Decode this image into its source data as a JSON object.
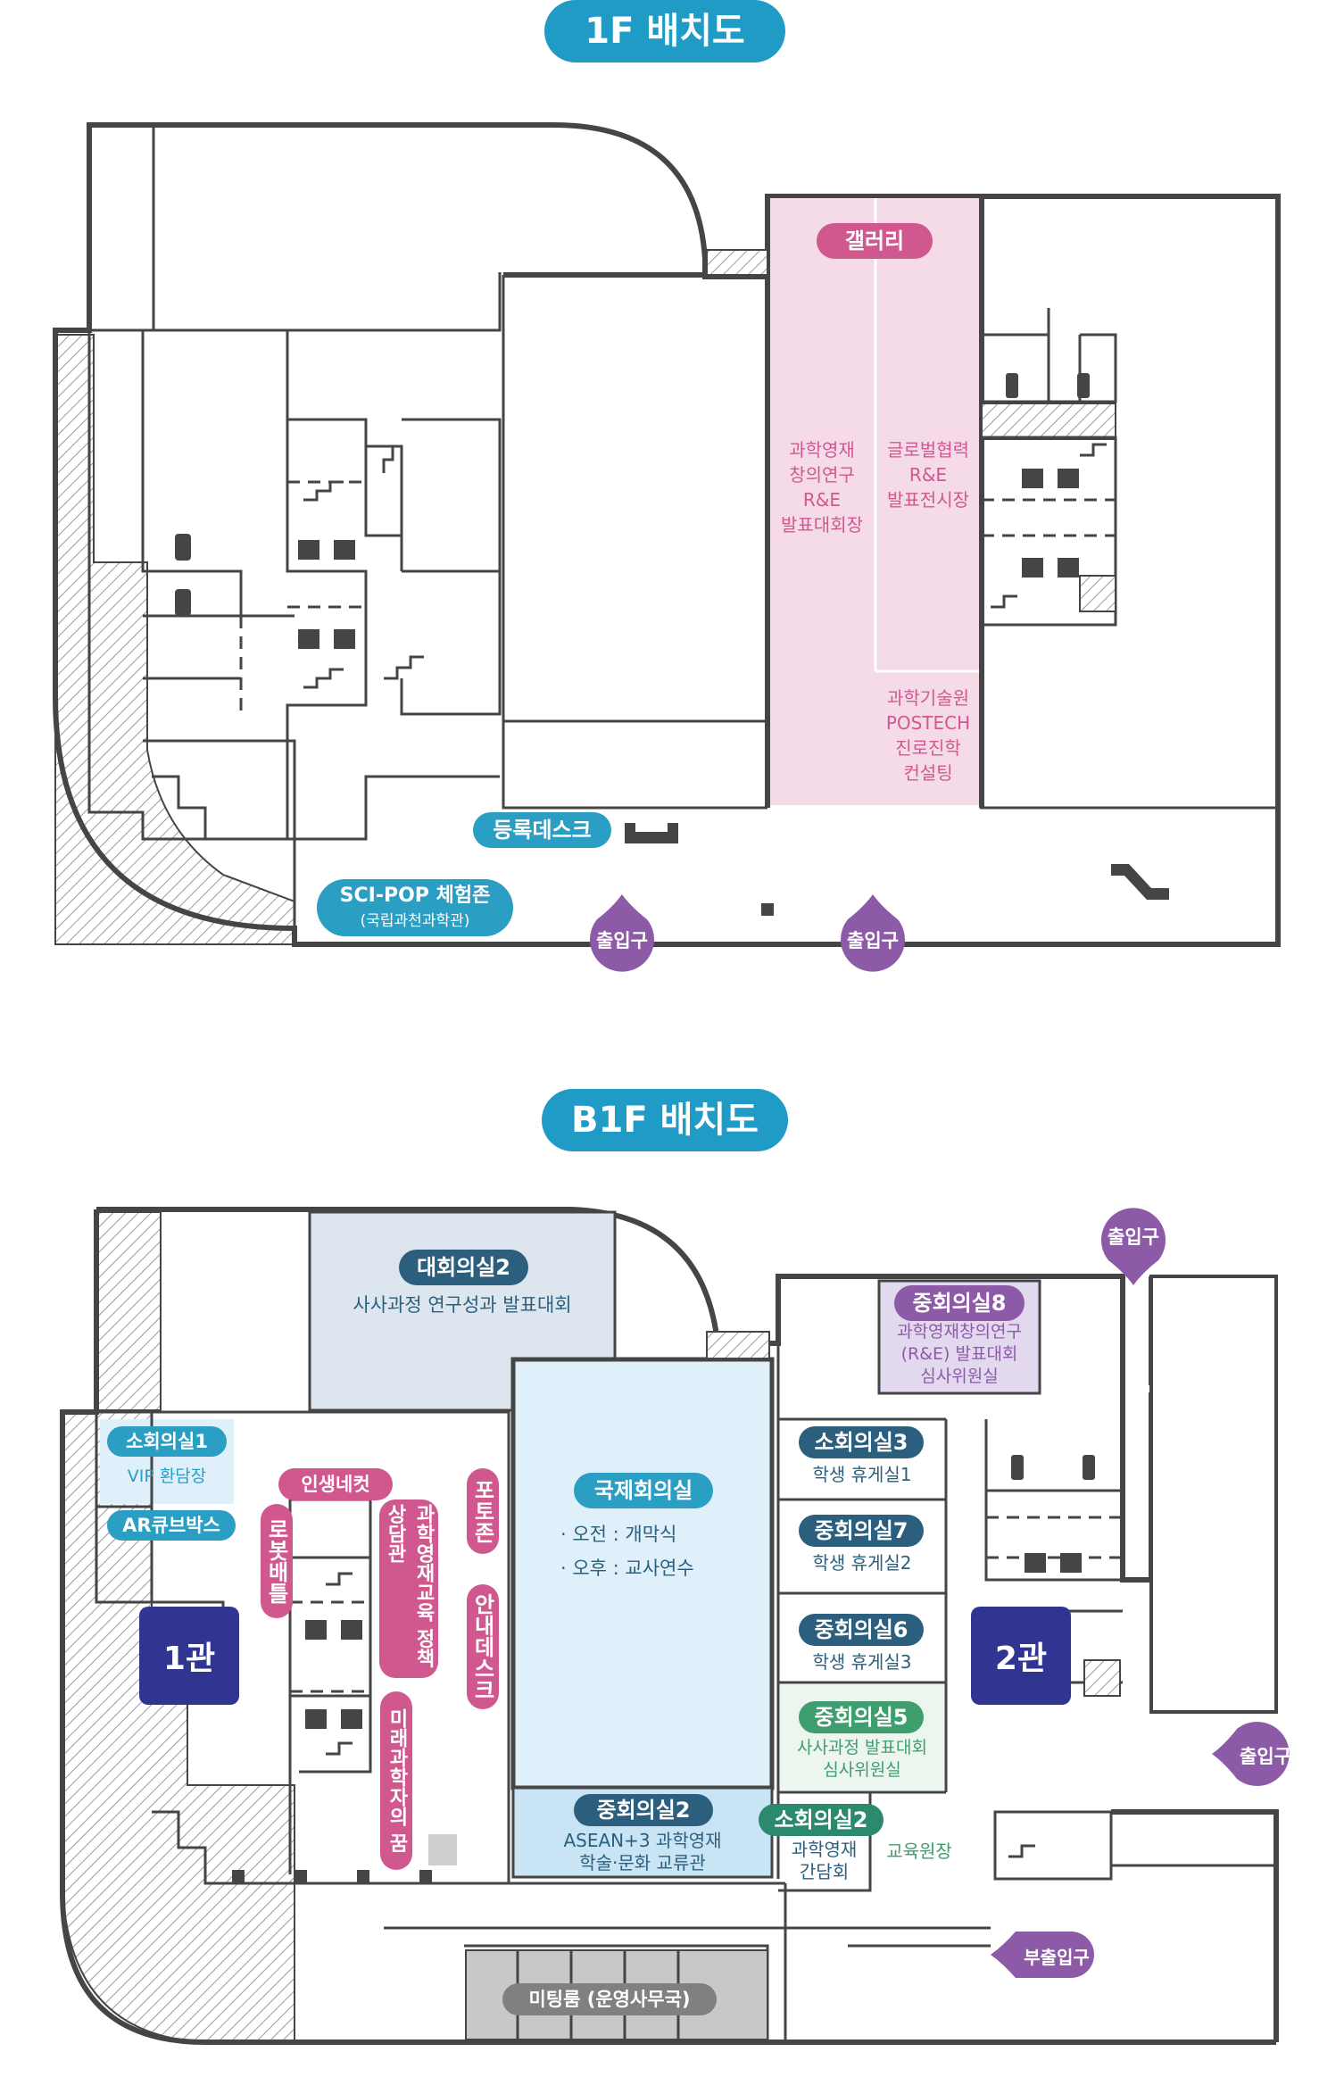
{
  "floor1": {
    "title": "1F 배치도",
    "gallery": "갤러리",
    "hall_left": [
      "과학영재",
      "창의연구",
      "R&E",
      "발표대회장"
    ],
    "hall_right": [
      "글로벌협력",
      "R&E",
      "발표전시장"
    ],
    "consult": [
      "과학기술원",
      "POSTECH",
      "진로진학",
      "컨설팅"
    ],
    "registration": "등록데스크",
    "scipop_title": "SCI-POP 체험존",
    "scipop_sub": "(국립과천과학관)",
    "exit_label": "출입구"
  },
  "floorB1": {
    "title": "B1F 배치도",
    "conf2": {
      "title": "대회의실2",
      "sub": "사사과정 연구성과 발표대회"
    },
    "mid8": {
      "title": "중회의실8",
      "sub": [
        "과학영재창의연구",
        "(R&E) 발표대회",
        "심사위원실"
      ]
    },
    "small1": {
      "title": "소회의실1",
      "sub": "VIP 환담장"
    },
    "arcube": "AR큐브박스",
    "life_cut": "인생네컷",
    "robot": "로봇배틀",
    "policy": "과학영재교육 정책상담관",
    "future": "미래과학자의 꿈",
    "photo": "포토존",
    "info": "안내데스크",
    "hall1": "1관",
    "hall2": "2관",
    "intl": {
      "title": "국제회의실",
      "items": [
        "· 오전 : 개막식",
        "· 오후 : 교사연수"
      ]
    },
    "mid2": {
      "title": "중회의실2",
      "sub": [
        "ASEAN+3 과학영재",
        "학술·문화 교류관"
      ]
    },
    "small3": {
      "title": "소회의실3",
      "sub": "학생 휴게실1"
    },
    "mid7": {
      "title": "중회의실7",
      "sub": "학생 휴게실2"
    },
    "mid6": {
      "title": "중회의실6",
      "sub": "학생 휴게실3"
    },
    "mid5": {
      "title": "중회의실5",
      "sub": [
        "사사과정 발표대회",
        "심사위원실"
      ]
    },
    "small2": {
      "title": "소회의실2",
      "sub": [
        "과학영재",
        "간담회"
      ]
    },
    "edu_hall": "교육원장",
    "meeting": "미팅룸 (운영사무국)",
    "exit_label": "출입구",
    "sub_exit_label": "부출입구"
  },
  "colors": {
    "title_blue": "#1f9bc6",
    "pill_navy": "#2b5f7d",
    "pill_teal": "#2a9ec3",
    "pink": "#d1588f",
    "pink_zone": "#f5dbe8",
    "purple": "#8d5aa8",
    "lavender": "#e2d9ee",
    "green": "#3e9e6e",
    "lightblue": "#dff0fa",
    "slateblue": "#dde6ef",
    "gray": "#808080",
    "hall_navy": "#2f3590"
  }
}
